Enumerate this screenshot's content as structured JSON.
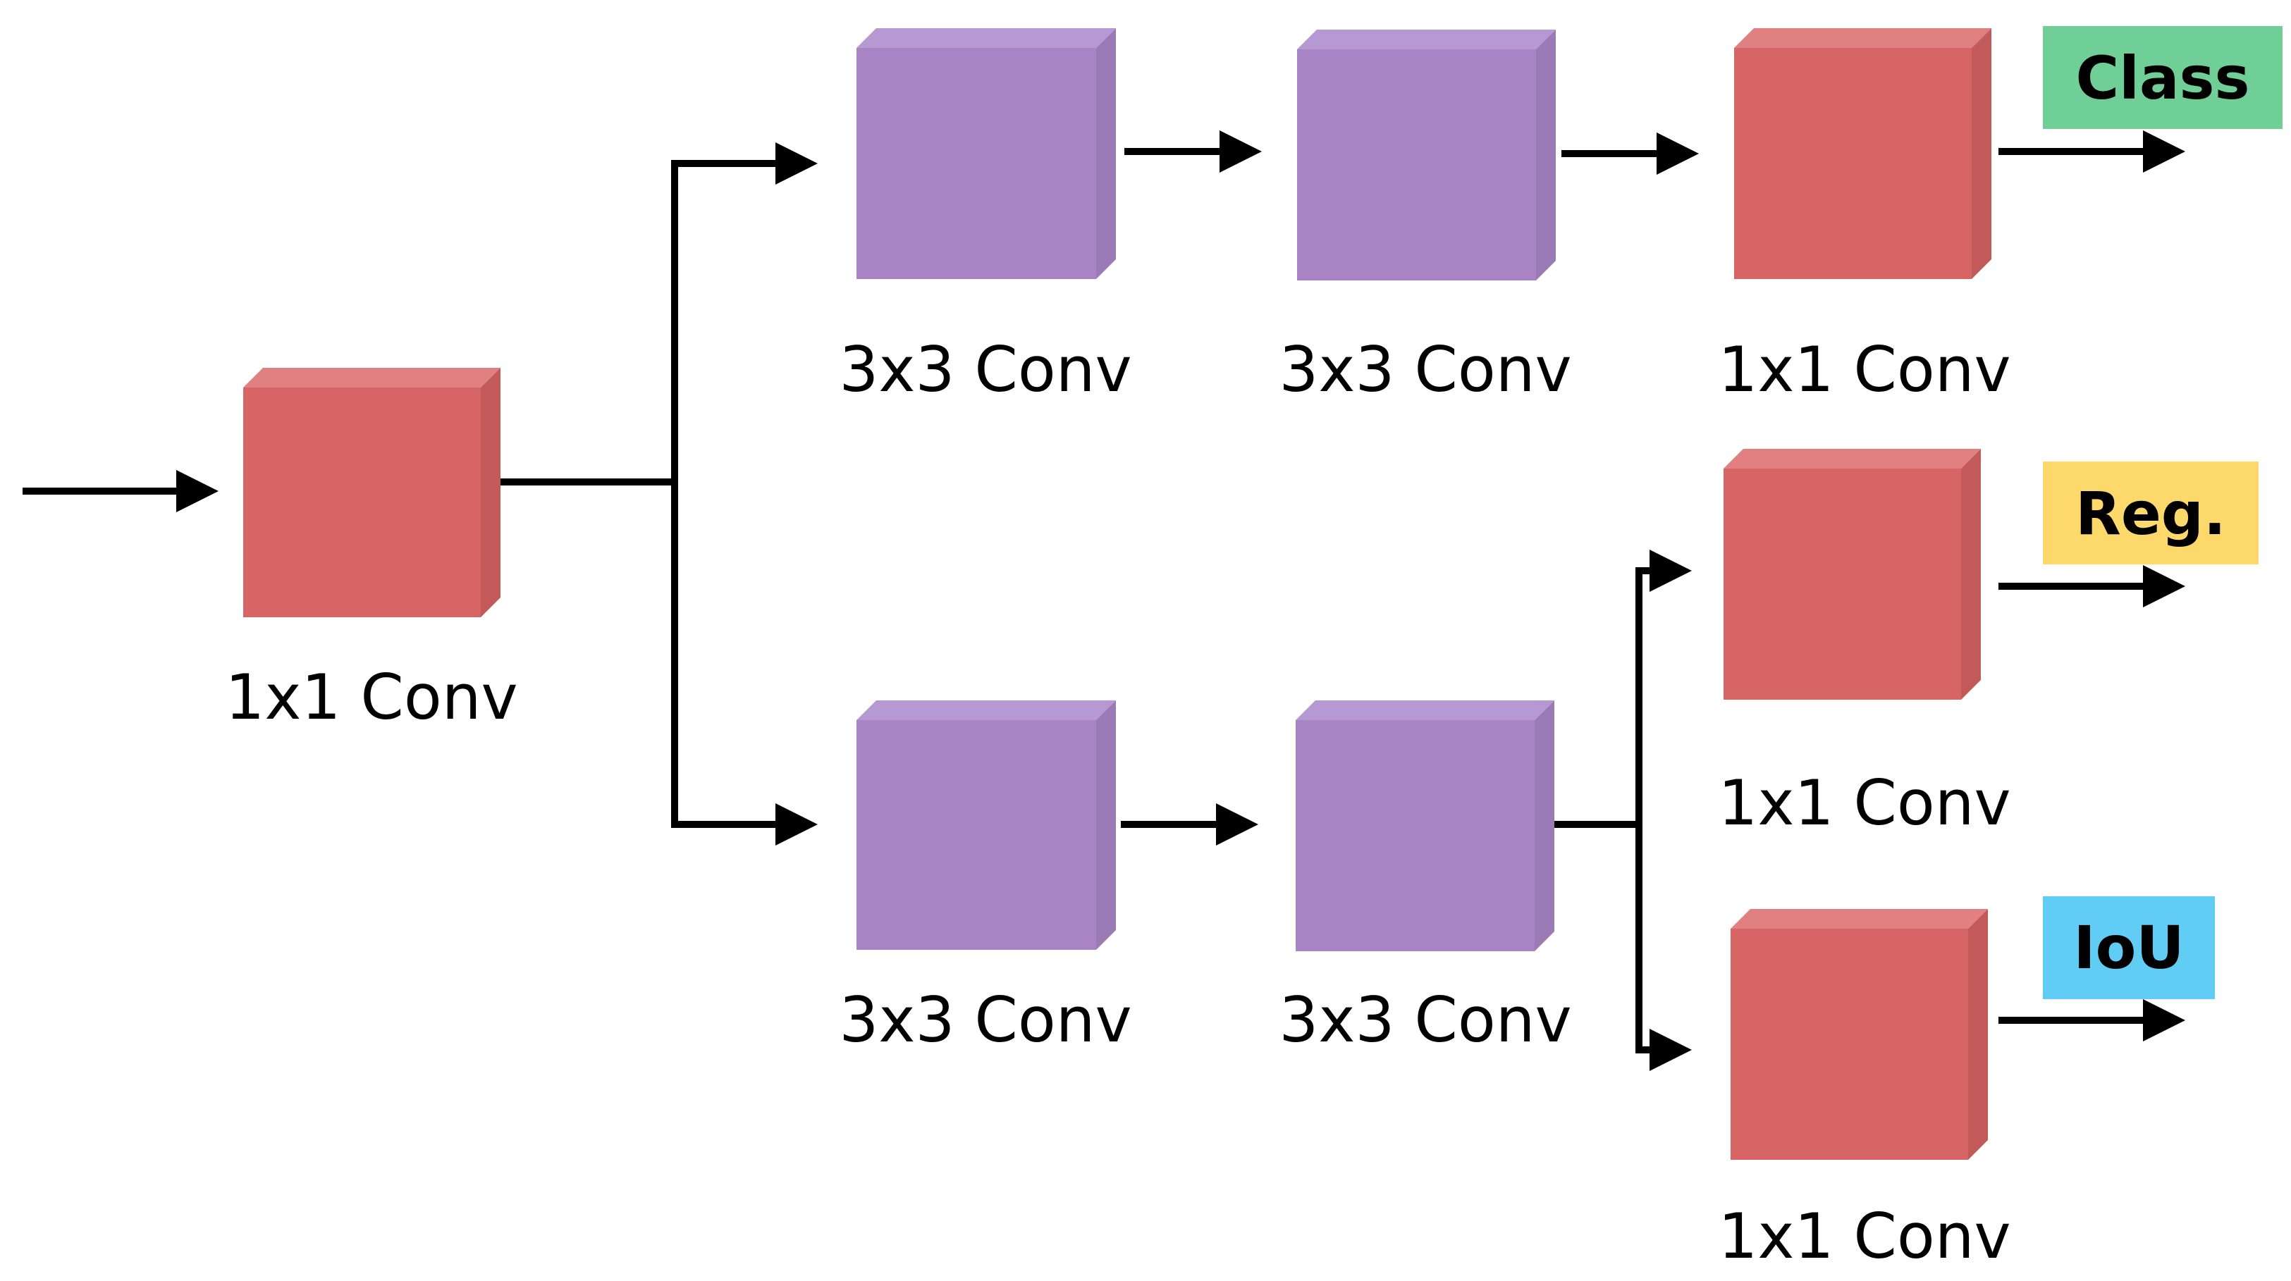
{
  "diagram": {
    "colors": {
      "conv1x1": "#d76565",
      "conv1x1_top": "#e08080",
      "conv1x1_side": "#c25a5a",
      "conv3x3": "#a884c5",
      "conv3x3_top": "#b699d2",
      "conv3x3_side": "#9a7bb5",
      "class_tag": "#6fcf97",
      "reg_tag": "#fdd86b",
      "iou_tag": "#62cdf4",
      "arrow": "#000000"
    },
    "blocks": [
      {
        "id": "stem",
        "kind": "conv1x1",
        "label": "1x1 Conv"
      },
      {
        "id": "cls-conv-1",
        "kind": "conv3x3",
        "label": "3x3 Conv"
      },
      {
        "id": "cls-conv-2",
        "kind": "conv3x3",
        "label": "3x3 Conv"
      },
      {
        "id": "cls-pred",
        "kind": "conv1x1",
        "label": "1x1 Conv"
      },
      {
        "id": "reg-conv-1",
        "kind": "conv3x3",
        "label": "3x3 Conv"
      },
      {
        "id": "reg-conv-2",
        "kind": "conv3x3",
        "label": "3x3 Conv"
      },
      {
        "id": "reg-pred",
        "kind": "conv1x1",
        "label": "1x1 Conv"
      },
      {
        "id": "iou-pred",
        "kind": "conv1x1",
        "label": "1x1 Conv"
      }
    ],
    "outputs": {
      "class": "Class",
      "reg": "Reg.",
      "iou": "IoU"
    }
  }
}
